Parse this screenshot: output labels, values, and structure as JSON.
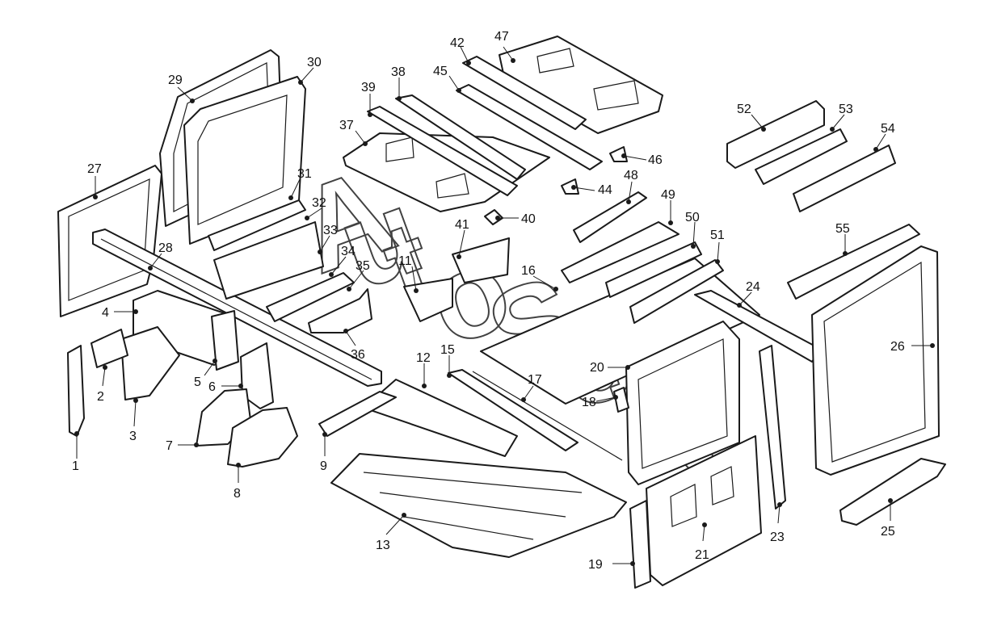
{
  "watermark": [
    "A",
    "u",
    "t",
    "o",
    "S",
    "o",
    "f",
    "t"
  ],
  "callouts": [
    {
      "n": "1"
    },
    {
      "n": "2"
    },
    {
      "n": "3"
    },
    {
      "n": "4"
    },
    {
      "n": "5"
    },
    {
      "n": "6"
    },
    {
      "n": "7"
    },
    {
      "n": "8"
    },
    {
      "n": "9"
    },
    {
      "n": "11"
    },
    {
      "n": "12"
    },
    {
      "n": "13"
    },
    {
      "n": "15"
    },
    {
      "n": "16"
    },
    {
      "n": "17"
    },
    {
      "n": "18"
    },
    {
      "n": "19"
    },
    {
      "n": "20"
    },
    {
      "n": "21"
    },
    {
      "n": "23"
    },
    {
      "n": "24"
    },
    {
      "n": "25"
    },
    {
      "n": "26"
    },
    {
      "n": "27"
    },
    {
      "n": "28"
    },
    {
      "n": "29"
    },
    {
      "n": "30"
    },
    {
      "n": "31"
    },
    {
      "n": "32"
    },
    {
      "n": "33"
    },
    {
      "n": "34"
    },
    {
      "n": "35"
    },
    {
      "n": "36"
    },
    {
      "n": "37"
    },
    {
      "n": "38"
    },
    {
      "n": "39"
    },
    {
      "n": "40"
    },
    {
      "n": "41"
    },
    {
      "n": "42"
    },
    {
      "n": "44"
    },
    {
      "n": "45"
    },
    {
      "n": "46"
    },
    {
      "n": "47"
    },
    {
      "n": "48"
    },
    {
      "n": "49"
    },
    {
      "n": "50"
    },
    {
      "n": "51"
    },
    {
      "n": "52"
    },
    {
      "n": "53"
    },
    {
      "n": "54"
    },
    {
      "n": "55"
    }
  ]
}
